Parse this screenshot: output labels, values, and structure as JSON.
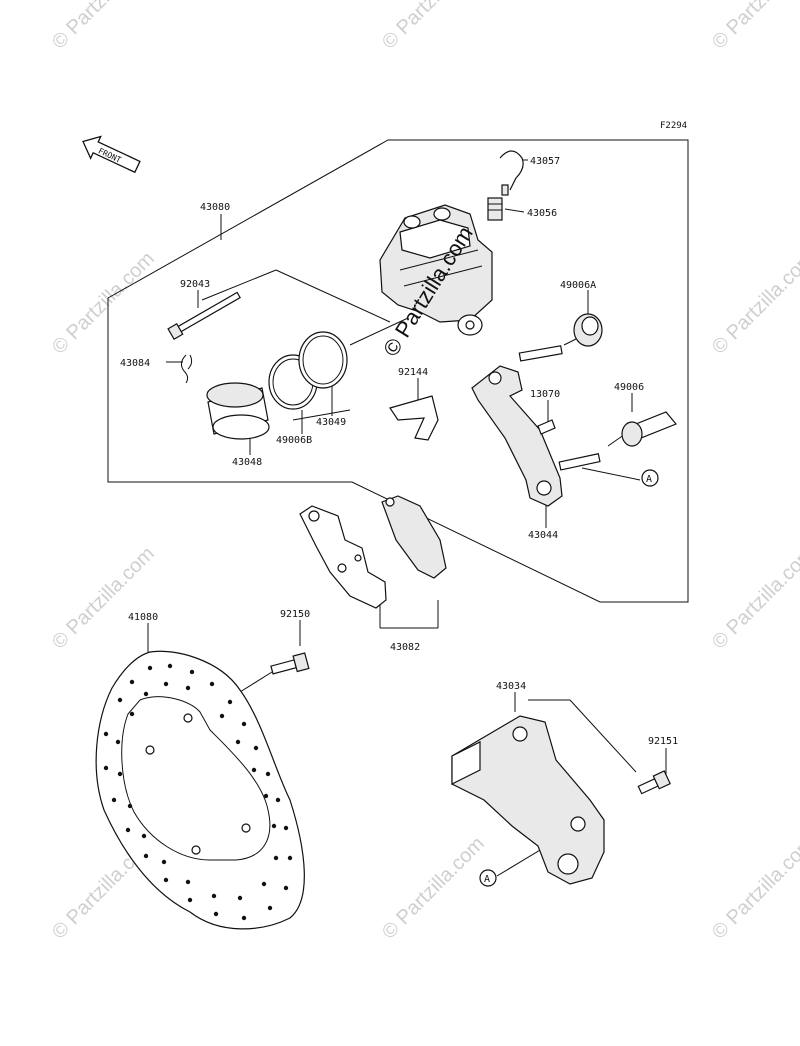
{
  "diagram": {
    "code": "F2294",
    "front_arrow_label": "FRONT",
    "ref_marker": "A",
    "watermark": "© Partzilla.com",
    "center_watermark": "© Partzilla.com"
  },
  "parts": [
    {
      "id": "p43057",
      "label": "43057"
    },
    {
      "id": "p43056",
      "label": "43056"
    },
    {
      "id": "p43080",
      "label": "43080"
    },
    {
      "id": "p92043",
      "label": "92043"
    },
    {
      "id": "p43084",
      "label": "43084"
    },
    {
      "id": "p49006A",
      "label": "49006A"
    },
    {
      "id": "p92144",
      "label": "92144"
    },
    {
      "id": "p13070",
      "label": "13070"
    },
    {
      "id": "p49006",
      "label": "49006"
    },
    {
      "id": "p43049",
      "label": "43049"
    },
    {
      "id": "p49006B",
      "label": "49006B"
    },
    {
      "id": "p43048",
      "label": "43048"
    },
    {
      "id": "p43044",
      "label": "43044"
    },
    {
      "id": "p43082",
      "label": "43082"
    },
    {
      "id": "p41080",
      "label": "41080"
    },
    {
      "id": "p92150",
      "label": "92150"
    },
    {
      "id": "p43034",
      "label": "43034"
    },
    {
      "id": "p92151",
      "label": "92151"
    }
  ]
}
